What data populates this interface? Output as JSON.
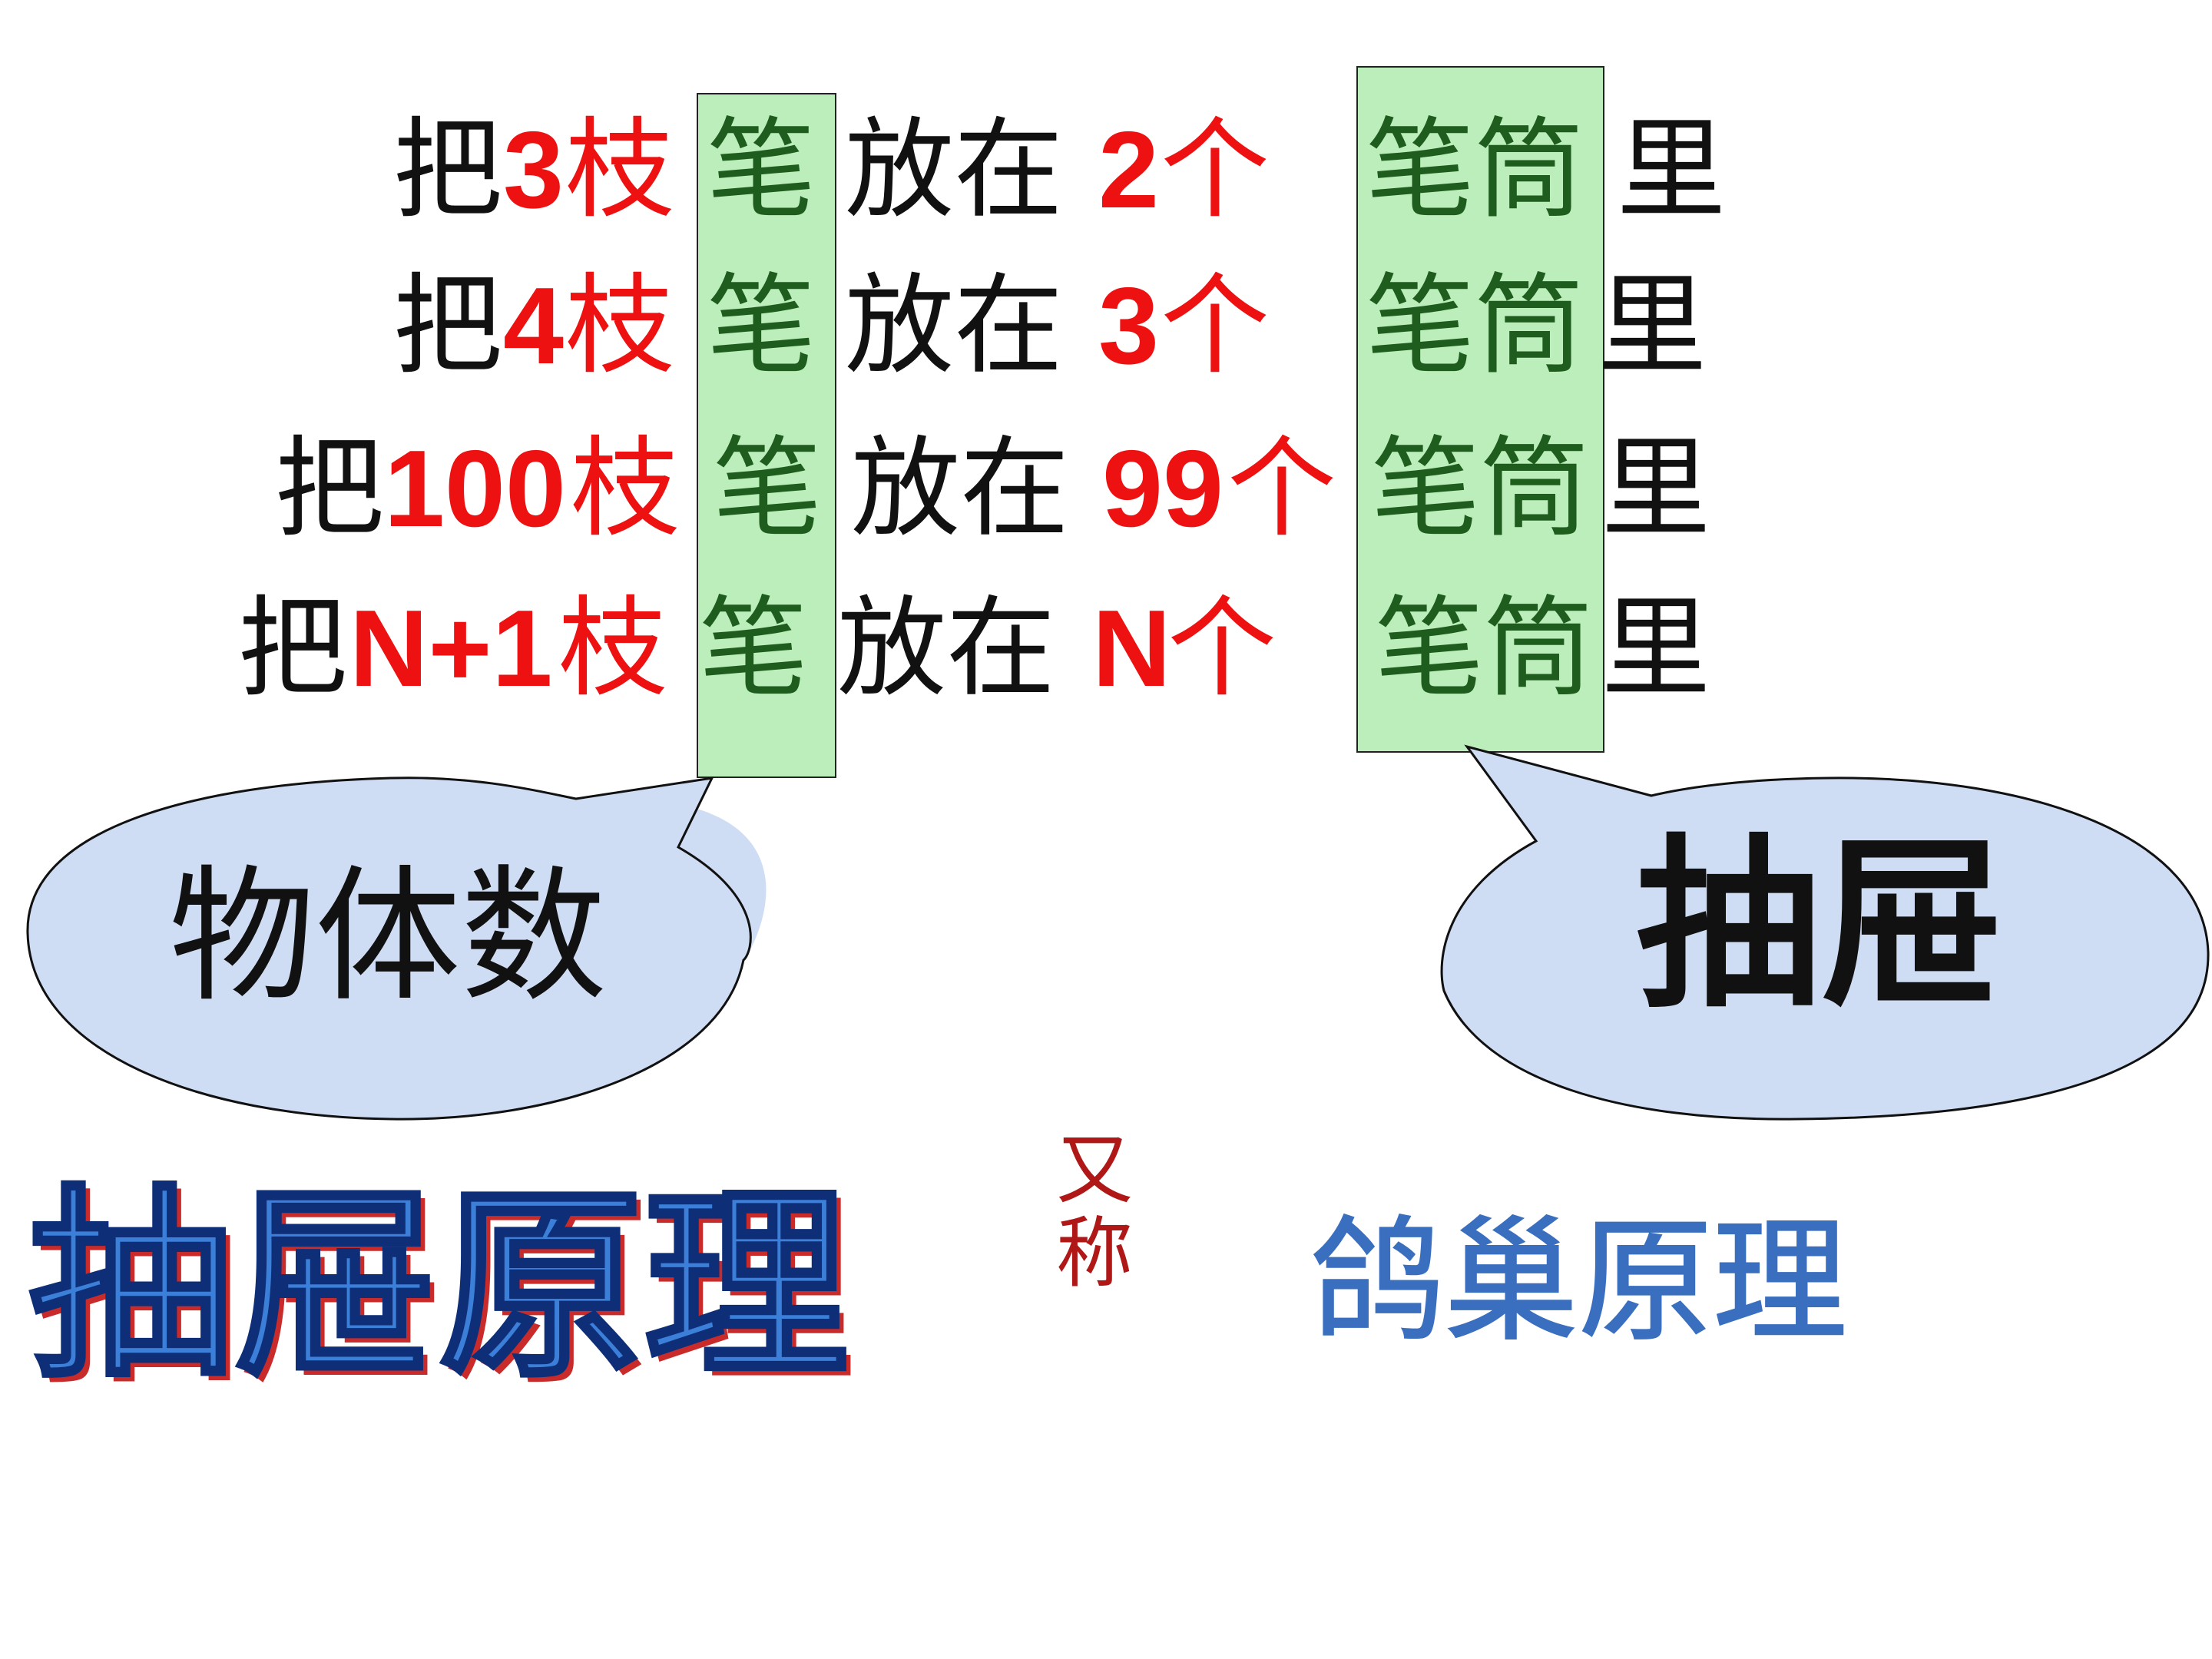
{
  "rows": [
    {
      "put": "把",
      "count": "3",
      "unit": "枝",
      "object": "笔",
      "place": "放在",
      "n": "2",
      "measure": "个",
      "container": "笔筒",
      "inside": "里"
    },
    {
      "put": "把",
      "count": "4",
      "unit": "枝",
      "object": "笔",
      "place": "放在",
      "n": "3",
      "measure": "个",
      "container": "笔筒",
      "inside": "里"
    },
    {
      "put": "把",
      "count": "100",
      "unit": "枝",
      "object": "笔",
      "place": "放在",
      "n": "99",
      "measure": "个",
      "container": "笔筒",
      "inside": "里"
    },
    {
      "put": "把",
      "count": "N+1",
      "unit": "枝",
      "object": "笔",
      "place": "放在",
      "n": "N",
      "measure": "个",
      "container": "笔筒",
      "inside": "里"
    }
  ],
  "callouts": {
    "objects": "物体数",
    "drawers": "抽屉"
  },
  "principle": {
    "title": "抽屉原理",
    "aka_top": "又",
    "aka_bottom": "称",
    "alt_title": "鸽巢原理"
  },
  "colors": {
    "highlight_fill": "#bbeebb",
    "number_red": "#ee1111",
    "pen_green": "#1f5d1f",
    "bubble_fill": "#cfddf4",
    "title_blue": "#3b7fd9",
    "alt_blue": "#3a6fbf",
    "aka_red": "#b01818"
  }
}
